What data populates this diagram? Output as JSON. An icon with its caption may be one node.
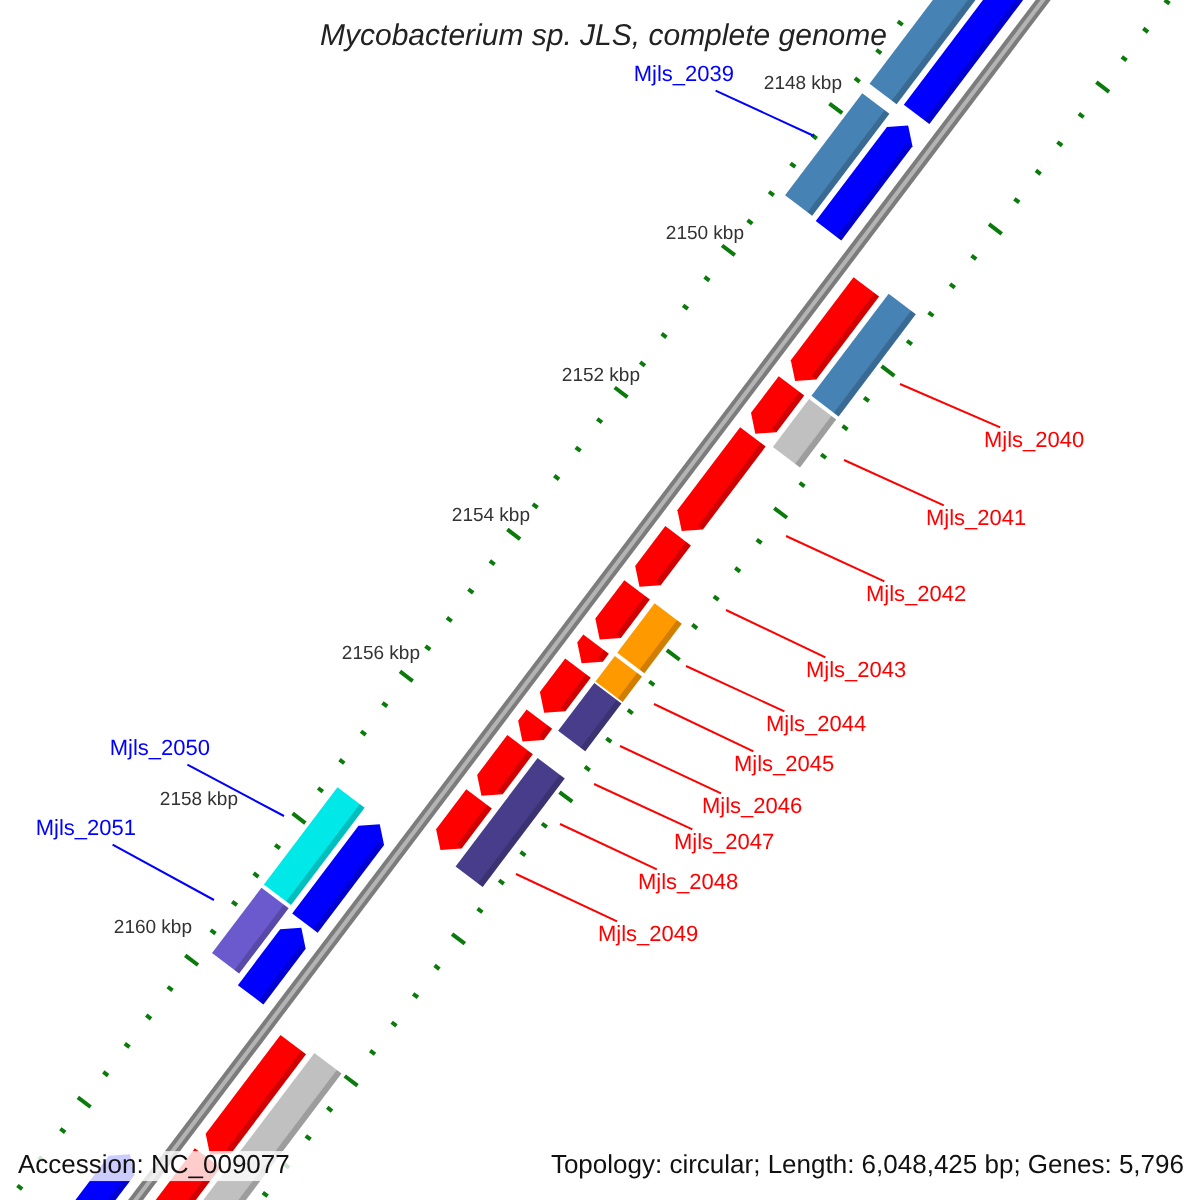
{
  "diagram": {
    "title": "Mycobacterium sp. JLS, complete genome",
    "nodes": [
      {
        "text": [
          "Mjls_2039"
        ]
      },
      {
        "text": [
          "Mjls_2040"
        ]
      },
      {
        "text": [
          "Mjls_2041"
        ]
      },
      {
        "text": [
          "Mjls_2042"
        ]
      },
      {
        "text": [
          "Mjls_2043"
        ]
      },
      {
        "text": [
          "Mjls_2044"
        ]
      },
      {
        "text": [
          "Mjls_2045"
        ]
      },
      {
        "text": [
          "Mjls_2046"
        ]
      },
      {
        "text": [
          "Mjls_2047"
        ]
      },
      {
        "text": [
          "Mjls_2048"
        ]
      },
      {
        "text": [
          "Mjls_2049"
        ]
      },
      {
        "text": [
          "Mjls_2050"
        ]
      },
      {
        "text": [
          "Mjls_2051"
        ]
      }
    ],
    "edges": [
      {
        "from": 0,
        "to": null,
        "arrow": "none",
        "color": "#0000ff"
      },
      {
        "from": 1,
        "to": null,
        "arrow": "none"
      },
      {
        "from": 2,
        "to": null,
        "arrow": "none"
      },
      {
        "from": 3,
        "to": null,
        "arrow": "none"
      },
      {
        "from": 4,
        "to": null,
        "arrow": "none"
      },
      {
        "from": 5,
        "to": null,
        "arrow": "none"
      },
      {
        "from": 6,
        "to": null,
        "arrow": "none"
      },
      {
        "from": 7,
        "to": null,
        "arrow": "none"
      },
      {
        "from": 8,
        "to": null,
        "arrow": "none"
      },
      {
        "from": 9,
        "to": null,
        "arrow": "none"
      },
      {
        "from": 10,
        "to": null,
        "arrow": "none"
      },
      {
        "from": 11,
        "to": null,
        "arrow": "none",
        "color": "#0000ff"
      },
      {
        "from": 12,
        "to": null,
        "arrow": "none",
        "color": "#0000ff"
      }
    ],
    "labels": [
      "2148 kbp",
      "2150 kbp",
      "2152 kbp",
      "2154 kbp",
      "2156 kbp",
      "2158 kbp",
      "2160 kbp",
      "Accession: NC_009077",
      "Topology: circular; Length: 6,048,425 bp; Genes: 5,796"
    ]
  }
}
